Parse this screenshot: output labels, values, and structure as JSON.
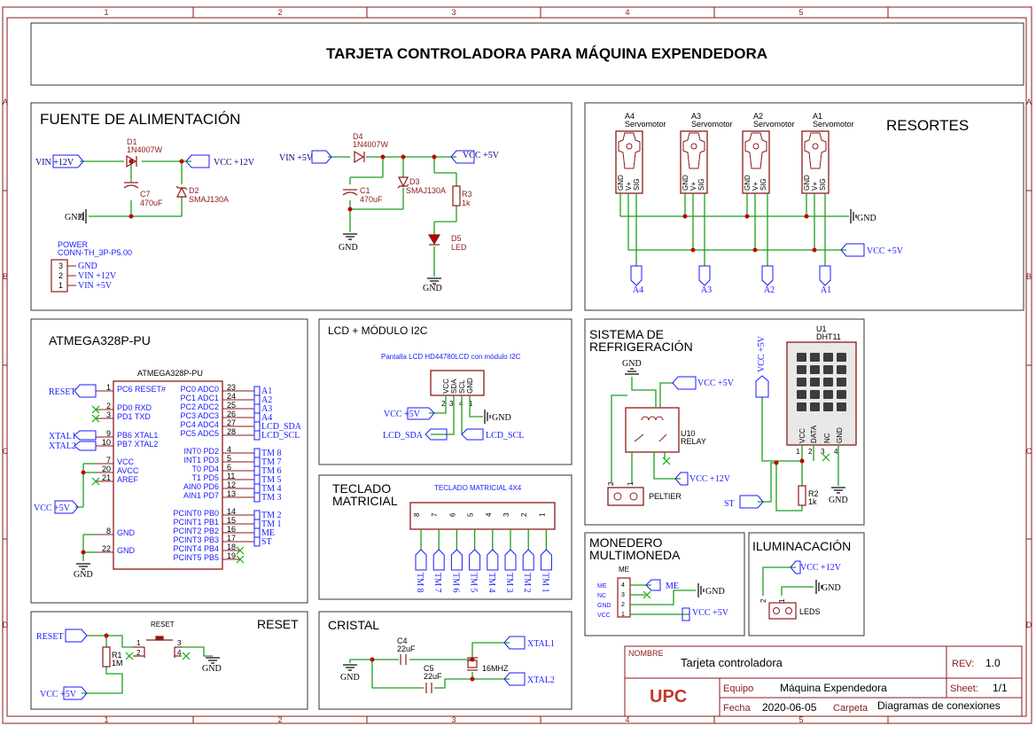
{
  "title": "TARJETA CONTROLADORA PARA MÁQUINA EXPENDEDORA",
  "border": {
    "cols": [
      "1",
      "2",
      "3",
      "4",
      "5"
    ],
    "rows": [
      "A",
      "B",
      "C",
      "D"
    ]
  },
  "power": {
    "title": "FUENTE DE ALIMENTACIÓN",
    "vin12": "VIN +12V",
    "vcc12": "VCC +12V",
    "d1_ref": "D1",
    "d1_val": "1N4007W",
    "c7_ref": "C7",
    "c7_val": "470uF",
    "d2_ref": "D2",
    "d2_val": "SMAJ130A",
    "gnd": "GND",
    "conn_title": "POWER",
    "conn_val": "CONN-TH_3P-P5.00",
    "conn_pins": [
      "3",
      "2",
      "1"
    ],
    "conn_nets": [
      "GND",
      "VIN +12V",
      "VIN +5V"
    ],
    "vin5": "VIN +5V",
    "d4_ref": "D4",
    "d4_val": "1N4007W",
    "vcc5": "VCC +5V",
    "c1_ref": "C1",
    "c1_val": "470uF",
    "d3_ref": "D3",
    "d3_val": "SMAJ130A",
    "r3_ref": "R3",
    "r3_val": "1k",
    "d5_ref": "D5",
    "d5_val": "LED",
    "gnd2": "GND",
    "gnd3": "GND"
  },
  "springs": {
    "title": "RESORTES",
    "servos": [
      {
        "ref": "A4",
        "val": "Servomotor",
        "net": "A4"
      },
      {
        "ref": "A3",
        "val": "Servomotor",
        "net": "A3"
      },
      {
        "ref": "A2",
        "val": "Servomotor",
        "net": "A2"
      },
      {
        "ref": "A1",
        "val": "Servomotor",
        "net": "A1"
      }
    ],
    "pins": [
      "GND",
      "V+",
      "SIG"
    ],
    "gnd": "GND",
    "vcc": "VCC +5V"
  },
  "mcu": {
    "title": "ATMEGA328P-PU",
    "chip": "ATMEGA328P-PU",
    "left_pins": [
      {
        "num": "1",
        "name": "PC6 RESET#",
        "net": "RESET"
      },
      {
        "num": "2",
        "name": "PD0 RXD",
        "net": ""
      },
      {
        "num": "3",
        "name": "PD1 TXD",
        "net": ""
      },
      {
        "num": "9",
        "name": "PB6 XTAL1",
        "net": "XTAL1"
      },
      {
        "num": "10",
        "name": "PB7 XTAL2",
        "net": "XTAL2"
      },
      {
        "num": "7",
        "name": "VCC",
        "net": ""
      },
      {
        "num": "20",
        "name": "AVCC",
        "net": ""
      },
      {
        "num": "21",
        "name": "AREF",
        "net": ""
      },
      {
        "num": "8",
        "name": "GND",
        "net": ""
      },
      {
        "num": "22",
        "name": "GND",
        "net": ""
      }
    ],
    "right_pins": [
      {
        "num": "23",
        "name": "PC0 ADC0",
        "net": "A1"
      },
      {
        "num": "24",
        "name": "PC1 ADC1",
        "net": "A2"
      },
      {
        "num": "25",
        "name": "PC2 ADC2",
        "net": "A3"
      },
      {
        "num": "26",
        "name": "PC3 ADC3",
        "net": "A4"
      },
      {
        "num": "27",
        "name": "PC4 ADC4",
        "net": "LCD_SDA"
      },
      {
        "num": "28",
        "name": "PC5 ADC5",
        "net": "LCD_SCL"
      },
      {
        "num": "4",
        "name": "INT0 PD2",
        "net": "TM 8"
      },
      {
        "num": "5",
        "name": "INT1 PD3",
        "net": "TM 7"
      },
      {
        "num": "6",
        "name": "T0 PD4",
        "net": "TM 6"
      },
      {
        "num": "11",
        "name": "T1 PD5",
        "net": "TM 5"
      },
      {
        "num": "12",
        "name": "AIN0 PD6",
        "net": "TM 4"
      },
      {
        "num": "13",
        "name": "AIN1 PD7",
        "net": "TM 3"
      },
      {
        "num": "14",
        "name": "PCINT0 PB0",
        "net": "TM 2"
      },
      {
        "num": "15",
        "name": "PCINT1 PB1",
        "net": "TM 1"
      },
      {
        "num": "16",
        "name": "PCINT2 PB2",
        "net": "ME"
      },
      {
        "num": "17",
        "name": "PCINT3 PB3",
        "net": "ST"
      },
      {
        "num": "18",
        "name": "PCINT4 PB4",
        "net": ""
      },
      {
        "num": "19",
        "name": "PCINT5 PB5",
        "net": ""
      }
    ],
    "vcc": "VCC +5V",
    "gnd": "GND"
  },
  "lcd": {
    "title": "LCD + MÓDULO I2C",
    "desc": "Pantalla LCD HD44780LCD con módulo I2C",
    "pins": [
      "VCC",
      "SDA",
      "SCL",
      "GND"
    ],
    "pin_nums": [
      "2",
      "3",
      "4",
      "1"
    ],
    "vcc": "VCC +5V",
    "gnd": "GND",
    "sda": "LCD_SDA",
    "scl": "LCD_SCL"
  },
  "keypad": {
    "title": "TECLADO MATRICIAL",
    "desc": "TECLADO MATRICIAL 4X4",
    "pins": [
      "8",
      "7",
      "6",
      "5",
      "4",
      "3",
      "2",
      "1"
    ],
    "nets": [
      "TM 8",
      "TM 7",
      "TM 6",
      "TM 5",
      "TM 4",
      "TM 3",
      "TM 2",
      "TM 1"
    ]
  },
  "cooling": {
    "title_1": "SISTEMA DE",
    "title_2": "REFRIGERACIÓN",
    "gnd": "GND",
    "vcc5": "VCC +5V",
    "relay_ref": "U10",
    "relay_val": "RELAY",
    "vcc12": "VCC +12V",
    "peltier": "PELTIER",
    "peltier_pins": [
      "2",
      "1"
    ],
    "u1_ref": "U1",
    "u1_val": "DHT11",
    "dht_pins": [
      "VCC",
      "DATA",
      "NC",
      "GND"
    ],
    "dht_nums": [
      "1",
      "2",
      "3",
      "4"
    ],
    "r2_ref": "R2",
    "r2_val": "1k",
    "st": "ST",
    "vcc_dht": "VCC +5V",
    "gnd2": "GND"
  },
  "coin": {
    "title_1": "MONEDERO",
    "title_2": "MULTIMONEDA",
    "ref": "ME",
    "pins": [
      {
        "name": "ME",
        "num": "4"
      },
      {
        "name": "NC",
        "num": "3"
      },
      {
        "name": "GND",
        "num": "2"
      },
      {
        "name": "VCC",
        "num": "1"
      }
    ],
    "net_me": "ME",
    "gnd": "GND",
    "vcc": "VCC +5V"
  },
  "light": {
    "title": "ILUMINACACIÓN",
    "vcc": "VCC +12V",
    "gnd": "GND",
    "pins": [
      "2",
      "1"
    ],
    "name": "LEDS"
  },
  "reset": {
    "title": "RESET",
    "net": "RESET",
    "sw": "RESET",
    "sw_pins": [
      "1",
      "2",
      "3",
      "4"
    ],
    "r1_ref": "R1",
    "r1_val": "1M",
    "vcc": "VCC +5V",
    "gnd": "GND"
  },
  "crystal": {
    "title": "CRISTAL",
    "c4_ref": "C4",
    "c4_val": "22uF",
    "c5_ref": "C5",
    "c5_val": "22uF",
    "x_val": "16MHZ",
    "xtal1": "XTAL1",
    "xtal2": "XTAL2",
    "gnd": "GND"
  },
  "title_block": {
    "nombre_label": "NOMBRE",
    "nombre": "Tarjeta controladora",
    "rev_label": "REV:",
    "rev": "1.0",
    "logo": "UPC",
    "equipo_label": "Equipo",
    "equipo": "Máquina Expendedora",
    "sheet_label": "Sheet:",
    "sheet": "1/1",
    "fecha_label": "Fecha",
    "fecha": "2020-06-05",
    "carpeta_label": "Carpeta",
    "carpeta": "Diagramas de conexiones"
  },
  "colors": {
    "frame": "#8b1a1a",
    "wire": "#1e9e1e",
    "net": "#1a1aff",
    "junction": "#c00000",
    "nc": "#00b400"
  }
}
